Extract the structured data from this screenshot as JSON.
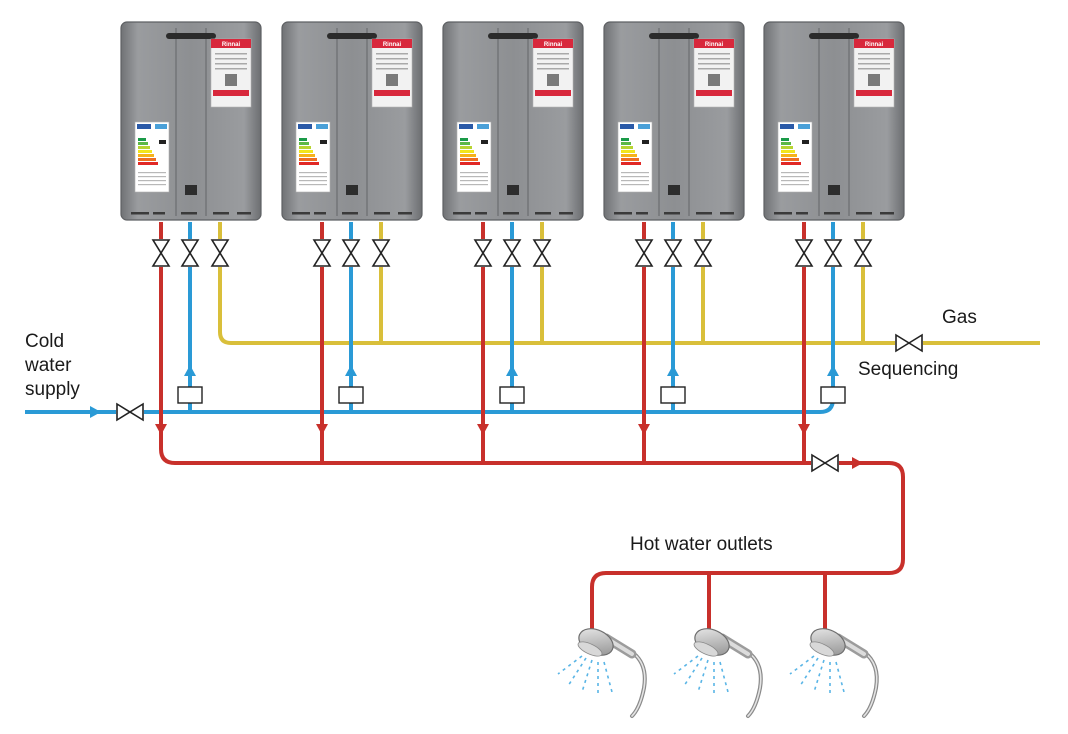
{
  "diagram": {
    "labels": {
      "cold_water_line1": "Cold",
      "cold_water_line2": "water",
      "cold_water_line3": "supply",
      "gas": "Gas",
      "sequencing": "Sequencing",
      "hot_water_outlets": "Hot water outlets"
    },
    "heaters": [
      {
        "brand": "Rinnai"
      },
      {
        "brand": "Rinnai"
      },
      {
        "brand": "Rinnai"
      },
      {
        "brand": "Rinnai"
      },
      {
        "brand": "Rinnai"
      }
    ],
    "outlets": [
      {
        "icon": "shower-head-icon"
      },
      {
        "icon": "shower-head-icon"
      },
      {
        "icon": "shower-head-icon"
      }
    ],
    "colors": {
      "hot_pipe": "#c8302b",
      "cold_pipe": "#2a9ad6",
      "gas_pipe": "#d9bf3a",
      "heater_body": "#8a8c8f",
      "brand_label": "#d8283c"
    }
  }
}
